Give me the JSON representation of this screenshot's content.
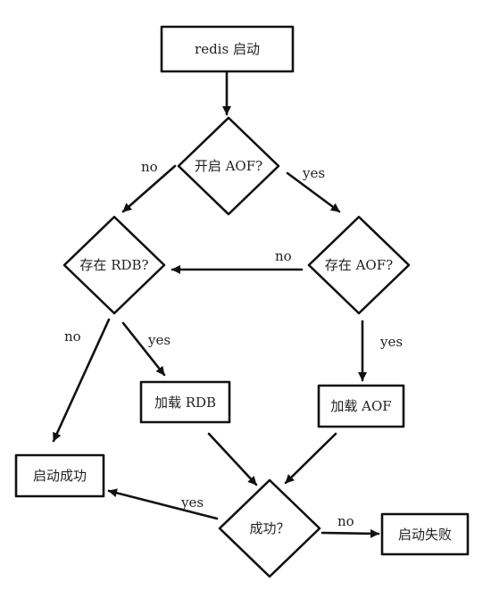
{
  "nodes": {
    "start": "redis 启动",
    "aof_enabled": "开启 AOF?",
    "rdb_exists": "存在 RDB?",
    "aof_exists": "存在 AOF?",
    "load_rdb": "加载 RDB",
    "load_aof": "加载 AOF",
    "start_ok": "启动成功",
    "success_q": "成功？",
    "start_fail": "启动失败"
  },
  "edges": {
    "aof_no": "no",
    "aof_yes": "yes",
    "aofexists_no": "no",
    "aofexists_yes": "yes",
    "rdb_no": "no",
    "rdb_yes": "yes",
    "success_yes": "yes",
    "success_no": "no"
  }
}
